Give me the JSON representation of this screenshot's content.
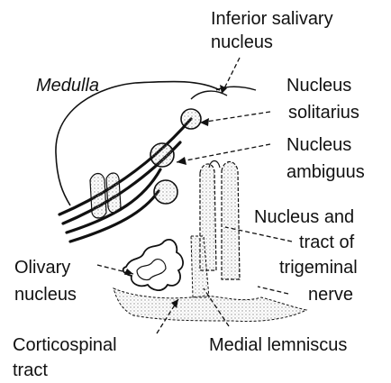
{
  "labels": {
    "inferior_salivary_line1": "Inferior salivary",
    "inferior_salivary_line2": "nucleus",
    "medulla": "Medulla",
    "solitarius_line1": "Nucleus",
    "solitarius_line2": "solitarius",
    "ambiguus_line1": "Nucleus",
    "ambiguus_line2": "ambiguus",
    "trigeminal_line1": "Nucleus and",
    "trigeminal_line2": "tract of",
    "trigeminal_line3": "trigeminal",
    "trigeminal_line4": "nerve",
    "olivary_line1": "Olivary",
    "olivary_line2": "nucleus",
    "corticospinal_line1": "Corticospinal",
    "corticospinal_line2": "tract",
    "medial_lemniscus": "Medial lemniscus"
  },
  "colors": {
    "ink": "#111111",
    "stipple": "#9a9a9a",
    "background": "#ffffff"
  }
}
